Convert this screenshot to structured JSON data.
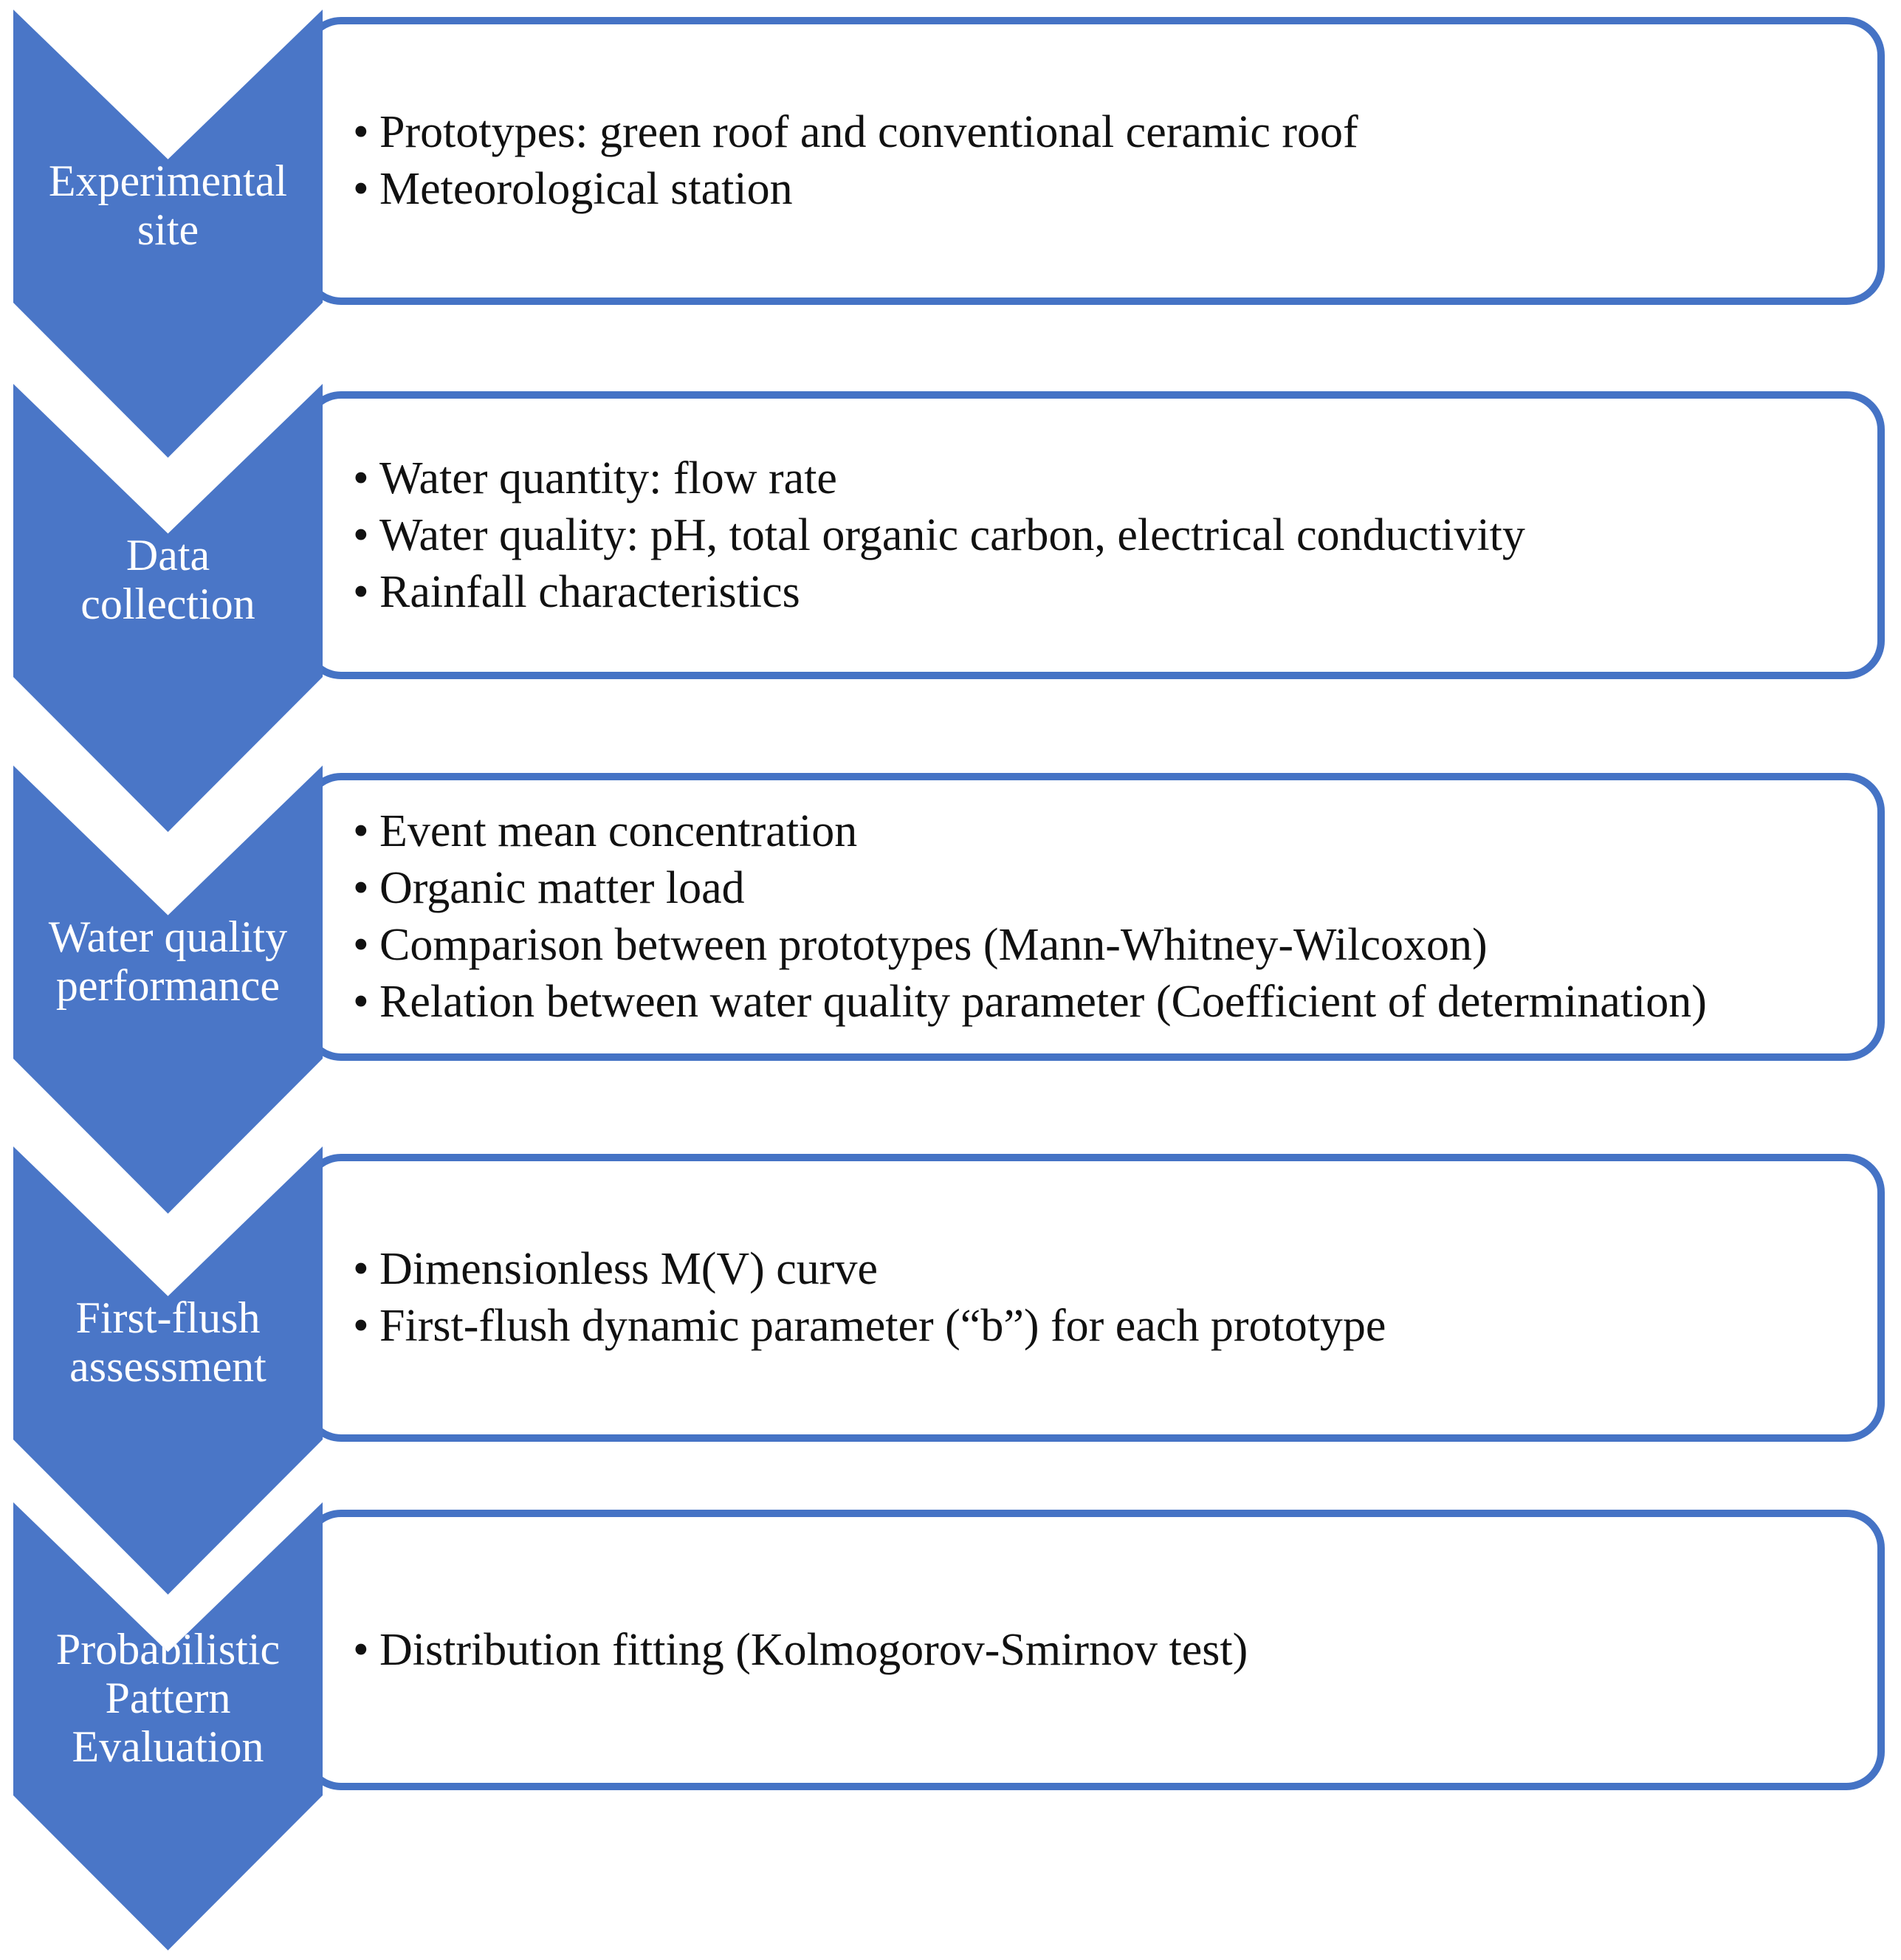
{
  "colors": {
    "chevron_fill": "#4A76C7",
    "box_border": "#4573C5",
    "label_text": "#FFFFFF",
    "bullet_text": "#111111",
    "background": "#FFFFFF"
  },
  "glyphs": {
    "bullet": "•"
  },
  "stages": [
    {
      "label": "Experimental\nsite",
      "bullets": [
        "Prototypes: green roof and conventional ceramic roof",
        "Meteorological station"
      ]
    },
    {
      "label": "Data\ncollection",
      "bullets": [
        "Water quantity: flow rate",
        "Water quality: pH, total organic carbon, electrical conductivity",
        "Rainfall characteristics"
      ]
    },
    {
      "label": "Water quality\nperformance",
      "bullets": [
        "Event mean concentration",
        "Organic matter load",
        "Comparison between prototypes (Mann-Whitney-Wilcoxon)",
        "Relation between water quality parameter (Coefficient of determination)"
      ]
    },
    {
      "label": "First-flush\nassessment",
      "bullets": [
        "Dimensionless M(V) curve",
        "First-flush dynamic parameter (“b”) for each prototype"
      ]
    },
    {
      "label": "Probabilistic\nPattern\nEvaluation",
      "bullets": [
        "Distribution fitting (Kolmogorov-Smirnov test)"
      ]
    }
  ]
}
